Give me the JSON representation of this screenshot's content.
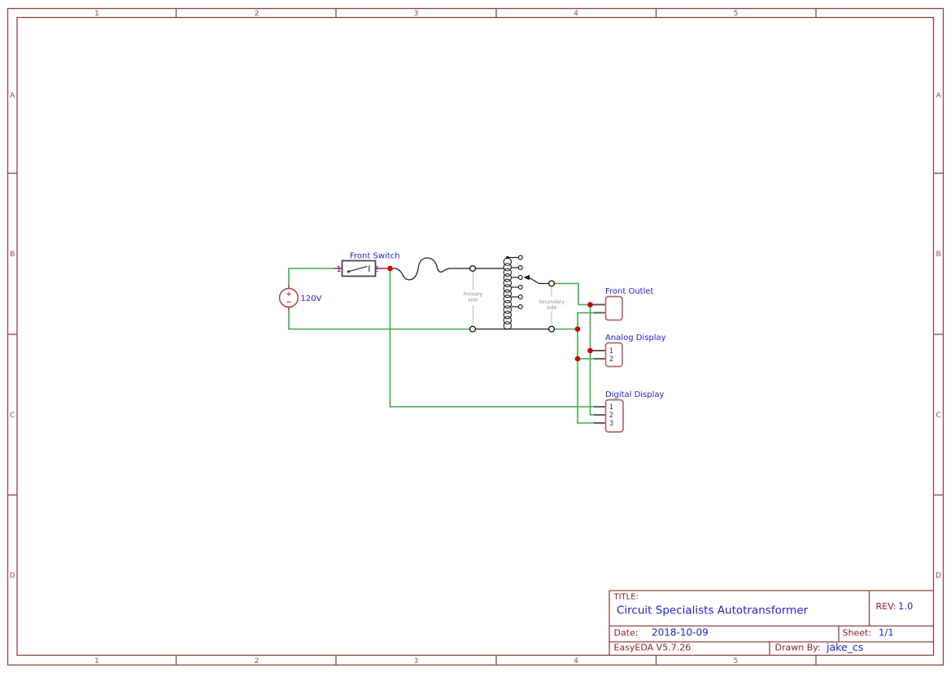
{
  "frame": {
    "columns": [
      "1",
      "2",
      "3",
      "4",
      "5"
    ],
    "rows": [
      "A",
      "B",
      "C",
      "D"
    ],
    "border_color": "#8d4343"
  },
  "title_block": {
    "title_label": "TITLE:",
    "title": "Circuit Specialists Autotransformer",
    "rev_label": "REV:",
    "rev": "1.0",
    "date_label": "Date:",
    "date": "2018-10-09",
    "sheet_label": "Sheet:",
    "sheet": "1/1",
    "version": "EasyEDA V5.7.26",
    "drawn_by_label": "Drawn By:",
    "drawn_by": "jake_cs"
  },
  "schematic": {
    "source": {
      "label": "120V"
    },
    "front_switch": {
      "label": "Front Switch",
      "pin1": "1",
      "pin2": "2"
    },
    "transformer": {
      "primary_label_line1": "Primary",
      "primary_label_line2": "side",
      "secondary_label_line1": "Secondary",
      "secondary_label_line2": "side"
    },
    "front_outlet": {
      "label": "Front Outlet"
    },
    "analog_display": {
      "label": "Analog Display",
      "pins": [
        "1",
        "2"
      ]
    },
    "digital_display": {
      "label": "Digital Display",
      "pins": [
        "1",
        "2",
        "3"
      ]
    },
    "colors": {
      "wire_green": "#3cae4c",
      "junction_red": "#cf0000",
      "label_blue": "#2424cc",
      "frame_maroon": "#8d4343",
      "titleblock_text_maroon": "#8b2121"
    }
  }
}
